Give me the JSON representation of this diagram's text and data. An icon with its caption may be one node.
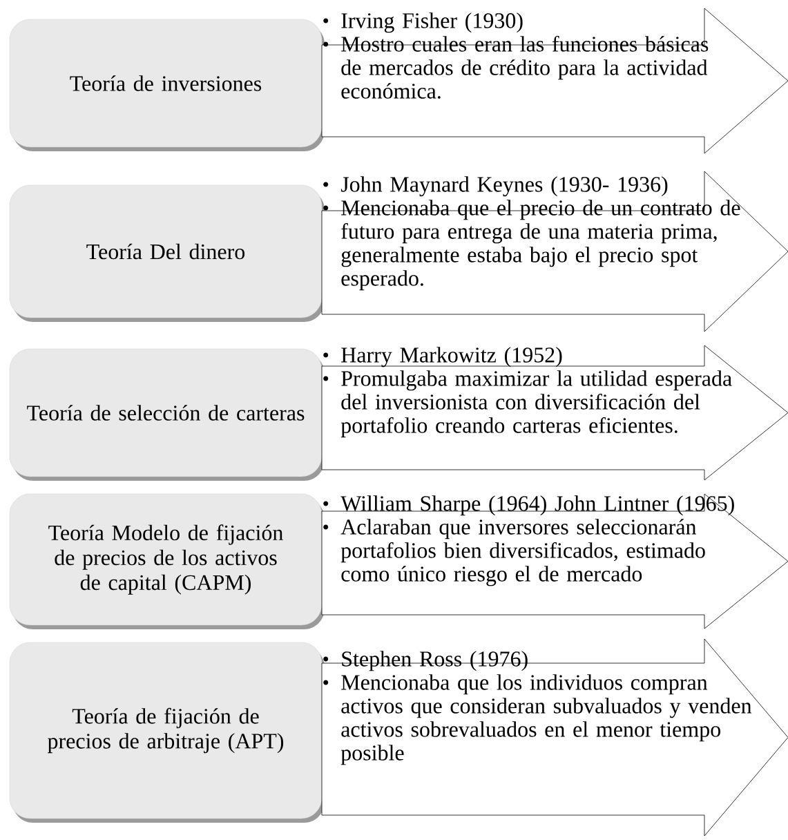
{
  "diagram": {
    "nodes": [
      {
        "text": [
          "Teoría de inversiones"
        ]
      },
      {
        "text": [
          "Irving Fisher (1930)",
          "Mostro cuales eran las  funciones básicas de mercados de crédito para la actividad económica."
        ]
      },
      {
        "text": [
          "Teoría Del dinero"
        ]
      },
      {
        "text": [
          "John Maynard Keynes (1930- 1936)",
          "Mencionaba que el precio de un contrato de futuro para  entrega de una materia prima, generalmente estaba bajo el precio spot esperado."
        ]
      },
      {
        "text": [
          "Teoría de selección de carteras"
        ]
      },
      {
        "text": [
          "Harry Markowitz (1952)",
          "Promulgaba  maximizar la utilidad esperada del inversionista con diversificación del portafolio creando carteras eficientes."
        ]
      },
      {
        "text": [
          "Teoría Modelo de fijación de precios de los activos de capital (CAPM)"
        ]
      },
      {
        "text": [
          "William Sharpe (1964)  John Lintner (1965)",
          "Aclaraban que inversores seleccionarán portafolios bien diversificados, estimado como único riesgo el de mercado"
        ]
      },
      {
        "text": [
          "Teoría de fijación de precios de arbitraje (APT)"
        ]
      },
      {
        "text": [
          "Stephen Ross (1976)",
          "Mencionaba que los individuos compran activos que consideran subvaluados y venden activos sobrevaluados en el menor tiempo posible"
        ]
      }
    ]
  }
}
